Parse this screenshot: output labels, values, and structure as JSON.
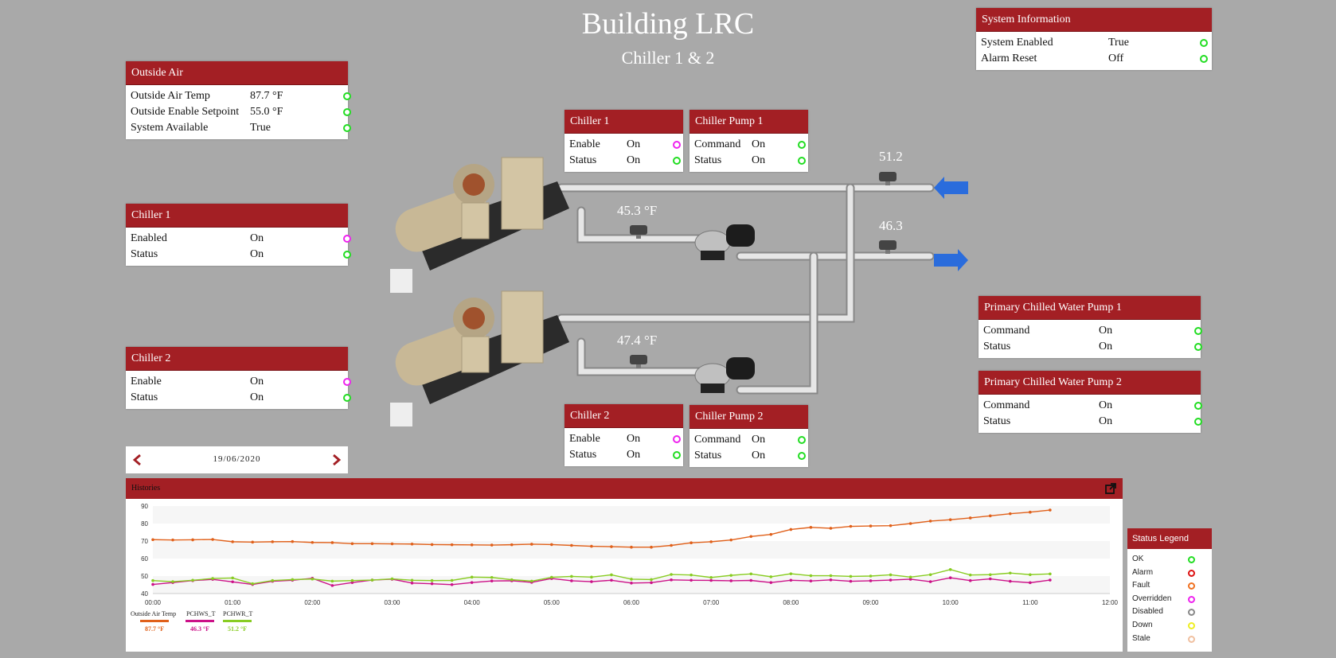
{
  "header": {
    "title": "Building LRC",
    "subtitle": "Chiller 1 & 2"
  },
  "outside_air": {
    "title": "Outside Air",
    "rows": [
      {
        "label": "Outside Air Temp",
        "value": "87.7 °F",
        "status": "ok"
      },
      {
        "label": "Outside Enable Setpoint",
        "value": "55.0 °F",
        "status": "ok"
      },
      {
        "label": "System Available",
        "value": "True",
        "status": "ok"
      }
    ]
  },
  "chiller1_left": {
    "title": "Chiller 1",
    "rows": [
      {
        "label": "Enabled",
        "value": "On",
        "status": "overridden"
      },
      {
        "label": "Status",
        "value": "On",
        "status": "ok"
      }
    ]
  },
  "chiller2_left": {
    "title": "Chiller 2",
    "rows": [
      {
        "label": "Enable",
        "value": "On",
        "status": "overridden"
      },
      {
        "label": "Status",
        "value": "On",
        "status": "ok"
      }
    ]
  },
  "system_info": {
    "title": "System Information",
    "rows": [
      {
        "label": "System Enabled",
        "value": "True",
        "status": "ok"
      },
      {
        "label": "Alarm Reset",
        "value": "Off",
        "status": "ok"
      }
    ]
  },
  "chiller1_mid": {
    "title": "Chiller 1",
    "rows": [
      {
        "label": "Enable",
        "value": "On",
        "status": "overridden"
      },
      {
        "label": "Status",
        "value": "On",
        "status": "ok"
      }
    ]
  },
  "chiller_pump1": {
    "title": "Chiller Pump 1",
    "rows": [
      {
        "label": "Command",
        "value": "On",
        "status": "ok"
      },
      {
        "label": "Status",
        "value": "On",
        "status": "ok"
      }
    ]
  },
  "chiller2_mid": {
    "title": "Chiller 2",
    "rows": [
      {
        "label": "Enable",
        "value": "On",
        "status": "overridden"
      },
      {
        "label": "Status",
        "value": "On",
        "status": "ok"
      }
    ]
  },
  "chiller_pump2": {
    "title": "Chiller Pump 2",
    "rows": [
      {
        "label": "Command",
        "value": "On",
        "status": "ok"
      },
      {
        "label": "Status",
        "value": "On",
        "status": "ok"
      }
    ]
  },
  "pcw_pump1": {
    "title": "Primary Chilled Water Pump 1",
    "rows": [
      {
        "label": "Command",
        "value": "On",
        "status": "ok"
      },
      {
        "label": "Status",
        "value": "On",
        "status": "ok"
      }
    ]
  },
  "pcw_pump2": {
    "title": "Primary Chilled Water Pump 2",
    "rows": [
      {
        "label": "Command",
        "value": "On",
        "status": "ok"
      },
      {
        "label": "Status",
        "value": "On",
        "status": "ok"
      }
    ]
  },
  "schematic": {
    "return_temp": "51.2",
    "supply_temp": "46.3",
    "chiller1_leaving": "45.3 °F",
    "chiller2_leaving": "47.4 °F"
  },
  "date_nav": {
    "date": "19/06/2020"
  },
  "histories": {
    "title": "Histories"
  },
  "status_legend": {
    "title": "Status Legend",
    "items": [
      {
        "label": "OK",
        "color": "#22dd22"
      },
      {
        "label": "Alarm",
        "color": "#dd1111"
      },
      {
        "label": "Fault",
        "color": "#f07020"
      },
      {
        "label": "Overridden",
        "color": "#ee22ee"
      },
      {
        "label": "Disabled",
        "color": "#888888"
      },
      {
        "label": "Down",
        "color": "#eeee22"
      },
      {
        "label": "Stale",
        "color": "#f0c0a0"
      }
    ]
  },
  "chart_data": {
    "type": "line",
    "title": "",
    "xlabel": "",
    "ylabel": "",
    "ylim": [
      40,
      90
    ],
    "yticks": [
      "40",
      "50",
      "60",
      "70",
      "80",
      "90"
    ],
    "x_ticks": [
      "00:00",
      "01:00",
      "02:00",
      "03:00",
      "04:00",
      "05:00",
      "06:00",
      "07:00",
      "08:00",
      "09:00",
      "10:00",
      "11:00",
      "12:00"
    ],
    "x_hours": [
      0.0,
      0.25,
      0.5,
      0.75,
      1.0,
      1.25,
      1.5,
      1.75,
      2.0,
      2.25,
      2.5,
      2.75,
      3.0,
      3.25,
      3.5,
      3.75,
      4.0,
      4.25,
      4.5,
      4.75,
      5.0,
      5.25,
      5.5,
      5.75,
      6.0,
      6.25,
      6.5,
      6.75,
      7.0,
      7.25,
      7.5,
      7.75,
      8.0,
      8.25,
      8.5,
      8.75,
      9.0,
      9.25,
      9.5,
      9.75,
      10.0,
      10.25,
      10.5,
      10.75,
      11.0,
      11.25
    ],
    "series": [
      {
        "name": "Outside Air Temp",
        "color": "#e0601a",
        "current": "87.7 °F",
        "values": [
          70.8,
          70.6,
          70.7,
          70.9,
          69.6,
          69.4,
          69.6,
          69.7,
          69.2,
          69.1,
          68.5,
          68.5,
          68.4,
          68.3,
          68.0,
          67.9,
          67.8,
          67.7,
          67.9,
          68.2,
          68.0,
          67.5,
          67.0,
          66.8,
          66.5,
          66.5,
          67.5,
          69.0,
          69.6,
          70.6,
          72.6,
          73.8,
          76.6,
          77.8,
          77.3,
          78.4,
          78.6,
          78.8,
          80.0,
          81.4,
          82.2,
          83.2,
          84.4,
          85.6,
          86.5,
          87.7
        ]
      },
      {
        "name": "PCHWS_T",
        "color": "#cc1188",
        "current": "46.3 °F",
        "values": [
          45.2,
          46.3,
          47.4,
          48.1,
          46.7,
          45.2,
          47.0,
          47.6,
          48.7,
          44.6,
          46.3,
          47.7,
          48.2,
          46.0,
          45.6,
          45.1,
          46.3,
          47.2,
          47.3,
          46.4,
          48.6,
          47.3,
          46.8,
          47.6,
          46.0,
          46.2,
          47.8,
          47.6,
          47.5,
          47.3,
          47.5,
          46.3,
          47.6,
          47.2,
          47.8,
          47.0,
          47.3,
          47.7,
          48.2,
          46.8,
          49.0,
          47.4,
          48.4,
          47.0,
          46.2,
          47.7
        ]
      },
      {
        "name": "PCHWR_T",
        "color": "#88cc22",
        "current": "51.2 °F",
        "values": [
          47.4,
          46.8,
          47.6,
          48.6,
          48.9,
          45.6,
          47.4,
          48.0,
          48.3,
          47.1,
          47.4,
          47.7,
          48.4,
          47.6,
          47.4,
          47.5,
          49.4,
          49.2,
          47.9,
          47.1,
          49.3,
          49.8,
          49.4,
          50.7,
          48.2,
          48.0,
          50.9,
          50.6,
          49.2,
          50.4,
          51.2,
          49.6,
          51.3,
          50.2,
          50.2,
          49.8,
          50.0,
          50.7,
          49.4,
          50.8,
          53.7,
          50.6,
          50.8,
          51.7,
          50.8,
          51.2
        ]
      }
    ]
  }
}
